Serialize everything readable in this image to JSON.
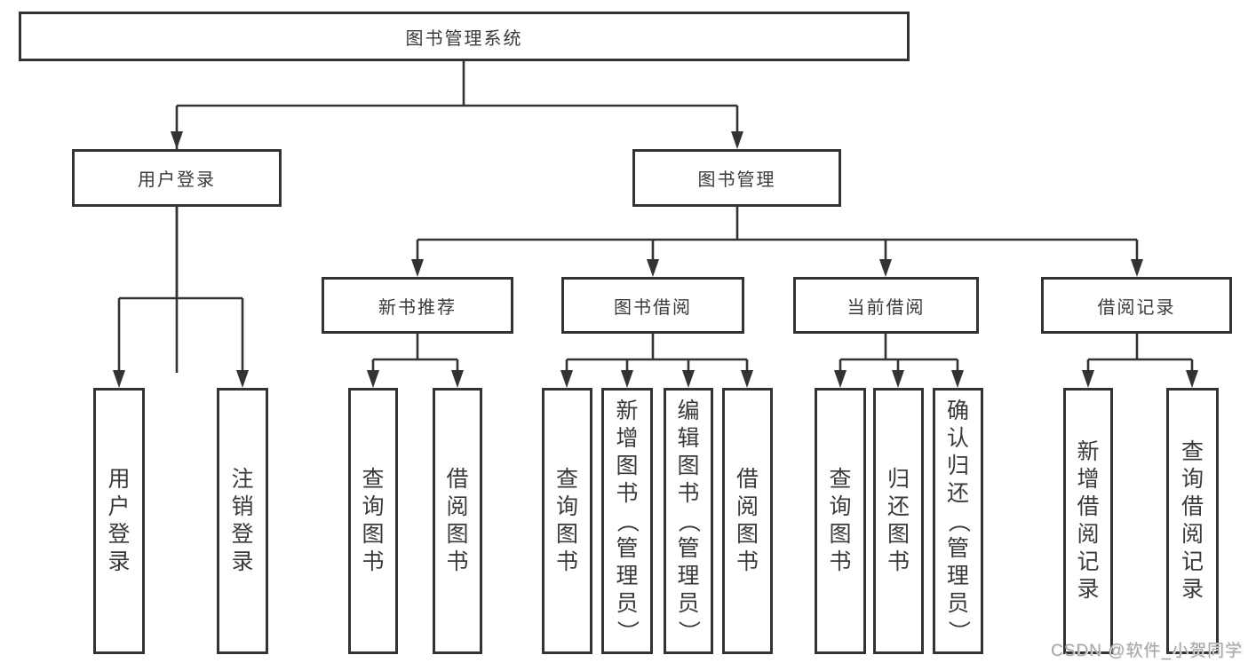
{
  "diagram": {
    "root": "图书管理系统",
    "branches": [
      {
        "label": "用户登录",
        "leaves": [
          "用户登录",
          "注销登录"
        ]
      },
      {
        "label": "图书管理",
        "children": [
          {
            "label": "新书推荐",
            "leaves": [
              "查询图书",
              "借阅图书"
            ]
          },
          {
            "label": "图书借阅",
            "leaves": [
              "查询图书",
              "新增图书（管理员）",
              "编辑图书（管理员）",
              "借阅图书"
            ]
          },
          {
            "label": "当前借阅",
            "leaves": [
              "查询图书",
              "归还图书",
              "确认归还（管理员）"
            ]
          },
          {
            "label": "借阅记录",
            "leaves": [
              "新增借阅记录",
              "查询借阅记录"
            ]
          }
        ]
      }
    ]
  },
  "watermark": "CSDN @软件_小贺同学",
  "colors": {
    "line": "#333333",
    "text": "#3a3a3a",
    "watermark": "#a6a6a6"
  }
}
